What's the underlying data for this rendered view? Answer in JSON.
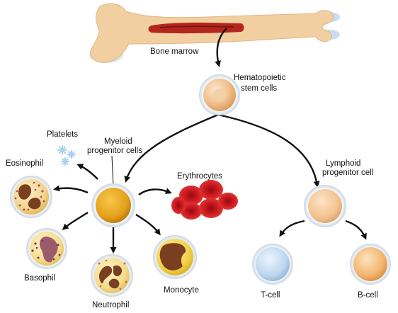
{
  "labels": {
    "bone_marrow": "Bone marrow",
    "hsc": [
      "Hematopoietic",
      "stem cells"
    ],
    "platelets": "Platelets",
    "myeloid": [
      "Myeloid",
      "progenitor cells"
    ],
    "eosinophil": "Eosinophil",
    "erythrocytes": "Erythrocytes",
    "lymphoid": [
      "Lymphoid",
      "progenitor cell"
    ],
    "basophil": "Basophil",
    "neutrophil": "Neutrophil",
    "monocyte": "Monocyte",
    "t_cell": "T-cell",
    "b_cell": "B-cell"
  },
  "colors": {
    "bone": "#F2CFA0",
    "marrow": "#B3261E",
    "hsc": "#EBB57E",
    "myeloid": "#E5A521",
    "lymphoid": "#F3C89A",
    "erythrocyte": "#D01F25",
    "t_cell": "#BFD7EE",
    "b_cell": "#F3B877",
    "platelet": "#BFDDF2",
    "arrow": "#111111"
  },
  "icons": [
    "bone-icon",
    "cell-icon",
    "arrow-icon",
    "platelet-icon"
  ]
}
